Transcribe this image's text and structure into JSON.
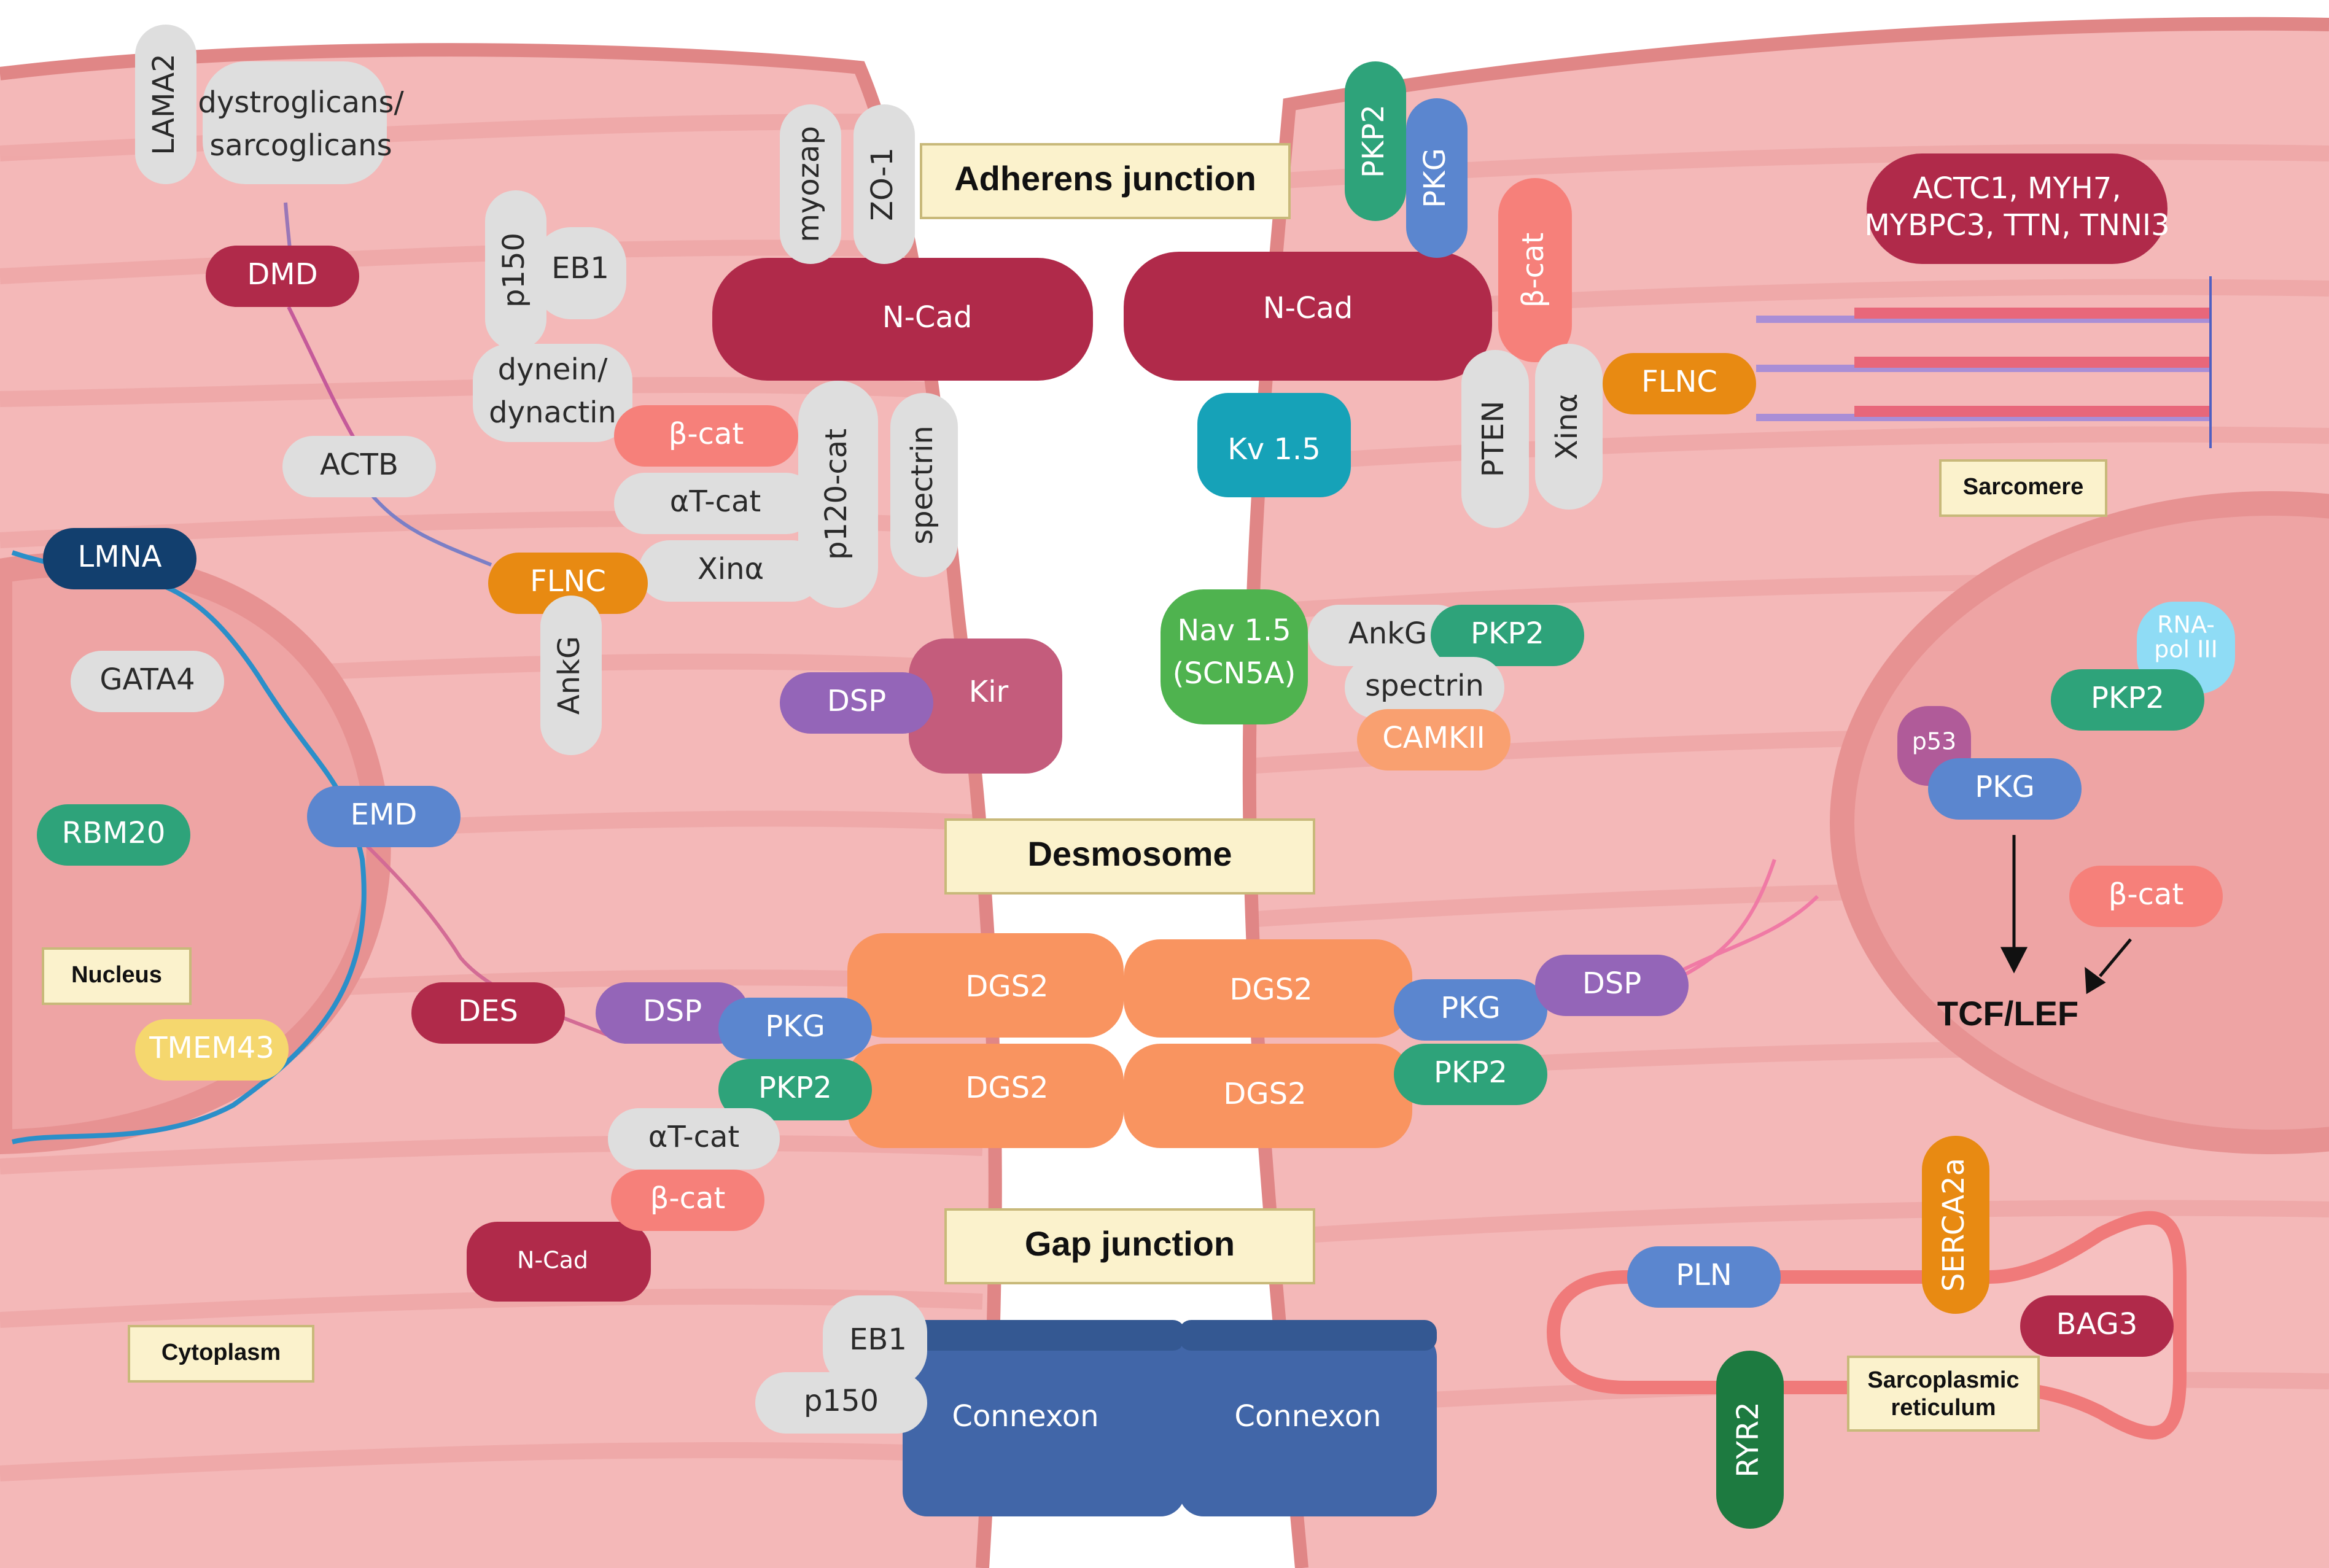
{
  "colors": {
    "cell": "#f4b8b8",
    "cell_stripe": "#eda2a2",
    "membrane": "#e08686",
    "crimson": "#b02a4a",
    "salmon": "#f6807a",
    "grey": "#dedede",
    "orange": "#e88a12",
    "green": "#2ea37a",
    "blue": "#5b86cf",
    "purple": "#9465b8",
    "navy": "#123f6e",
    "teal": "#16a2b8",
    "yellow": "#f5d76e",
    "peach": "#f9a070",
    "dgreen": "#1d7a40",
    "connexon": "#4166a8",
    "label_bg": "#fbf2cc"
  },
  "boxes": {
    "adherens": "Adherens junction",
    "desmosome": "Desmosome",
    "gap": "Gap junction",
    "sarcomere": "Sarcomere",
    "nucleus": "Nucleus",
    "cytoplasm": "Cytoplasm",
    "sr_line1": "Sarcoplasmic",
    "sr_line2": "reticulum"
  },
  "proteins": {
    "lama2": "LAMA2",
    "dystro_1": "dystroglicans/",
    "dystro_2": "sarcoglicans",
    "dmd": "DMD",
    "actb": "ACTB",
    "lmna": "LMNA",
    "gata4": "GATA4",
    "rbm20": "RBM20",
    "emd": "EMD",
    "tmem43": "TMEM43",
    "des": "DES",
    "p150_top": "p150",
    "eb1_top": "EB1",
    "dynein_1": "dynein/",
    "dynein_2": "dynactin",
    "myozap": "myozap",
    "zo1": "ZO-1",
    "ncad_left": "N-Cad",
    "ncad_right": "N-Cad",
    "bcat_left": "β-cat",
    "atcat_left": "αT-cat",
    "xina_left": "Xinα",
    "p120": "p120-cat",
    "spectrin_left": "spectrin",
    "flnc_left": "FLNC",
    "ankg_left": "AnkG",
    "dsp_kir": "DSP",
    "kir": "Kir",
    "pkp2_top": "PKP2",
    "pkg_top": "PKG",
    "bcat_right": "β-cat",
    "pten": "PTEN",
    "xina_right": "Xinα",
    "flnc_right": "FLNC",
    "kv15": "Kv 1.5",
    "nav_1": "Nav 1.5",
    "nav_2": "(SCN5A)",
    "ankg_right": "AnkG",
    "pkp2_nav": "PKP2",
    "spectrin_right": "spectrin",
    "camkii": "CAMKII",
    "sarc_genes_1": "ACTC1, MYH7,",
    "sarc_genes_2": "MYBPC3, TTN, TNNI3",
    "rnapol_1": "RNA-",
    "rnapol_2": "pol III",
    "pkp2_nuc": "PKP2",
    "p53": "p53",
    "pkg_nuc": "PKG",
    "bcat_nuc": "β-cat",
    "tcflef": "TCF/LEF",
    "dgs2_a": "DGS2",
    "dgs2_b": "DGS2",
    "dgs2_c": "DGS2",
    "dgs2_d": "DGS2",
    "dsp_des_left": "DSP",
    "pkg_desm_left": "PKG",
    "pkp2_desm_left": "PKP2",
    "atcat_desm": "αT-cat",
    "bcat_desm": "β-cat",
    "ncad_small": "N-Cad",
    "pkg_desm_right": "PKG",
    "dsp_desm_right": "DSP",
    "pkp2_desm_right": "PKP2",
    "eb1_bottom": "EB1",
    "p150_bottom": "p150",
    "connexon_left": "Connexon",
    "connexon_right": "Connexon",
    "pln": "PLN",
    "serca2a": "SERCA2a",
    "bag3": "BAG3",
    "ryr2": "RYR2"
  }
}
